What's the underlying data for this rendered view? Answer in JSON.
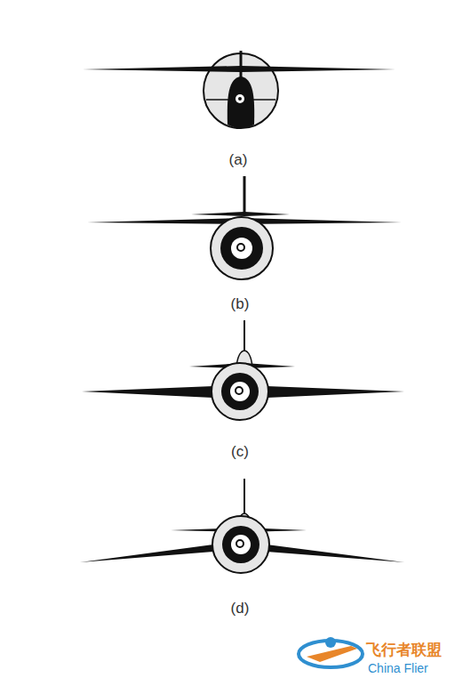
{
  "diagram": {
    "labels": [
      "(a)",
      "(b)",
      "(c)",
      "(d)",
      "飞行者联盟",
      "China Flier"
    ]
  }
}
